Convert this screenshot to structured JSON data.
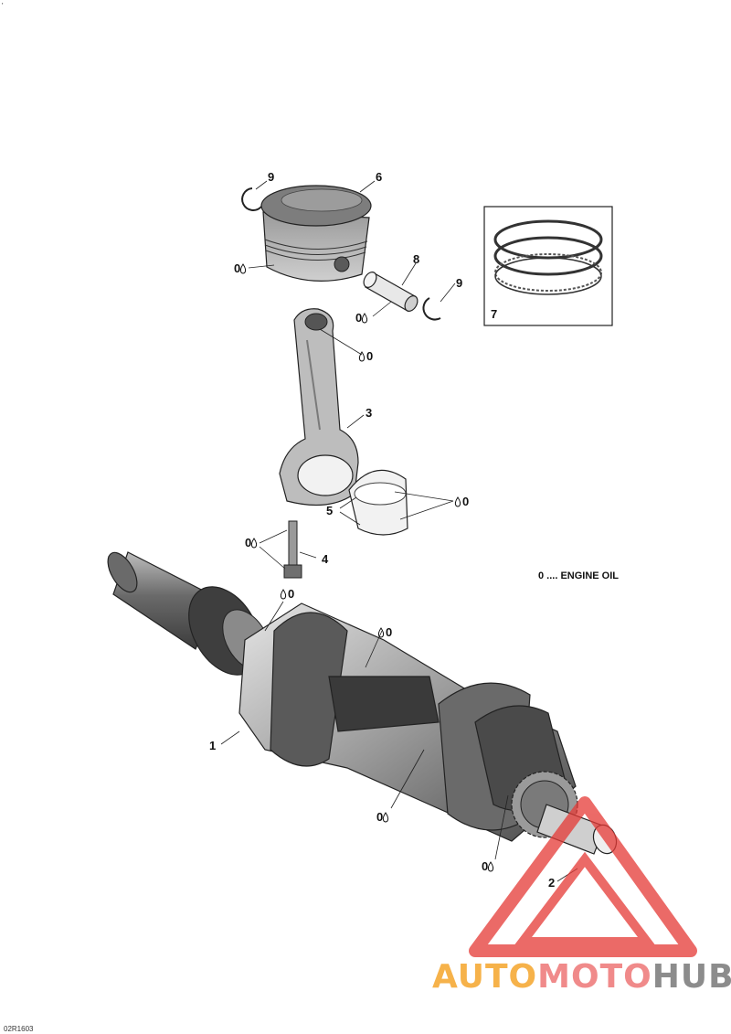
{
  "callouts": {
    "c1": "1",
    "c2": "2",
    "c3": "3",
    "c4": "4",
    "c5": "5",
    "c6": "6",
    "c7": "7",
    "c8": "8",
    "c9a": "9",
    "c9b": "9"
  },
  "oil_mark": "0",
  "legend_text": "0 .... ENGINE OIL",
  "figure_ref": "02R1603",
  "corner_mark": "'",
  "watermark": {
    "part1": "AUTO",
    "part2": "MOTO",
    "part3": "HUB"
  },
  "colors": {
    "line": "#1a1a1a",
    "part_dark": "#4a4a4a",
    "part_mid": "#8a8a8a",
    "part_light": "#d0d0d0",
    "wm_red": "#e53935",
    "wm_orange": "#f6b24a",
    "wm_grey": "#8c8c8c"
  }
}
